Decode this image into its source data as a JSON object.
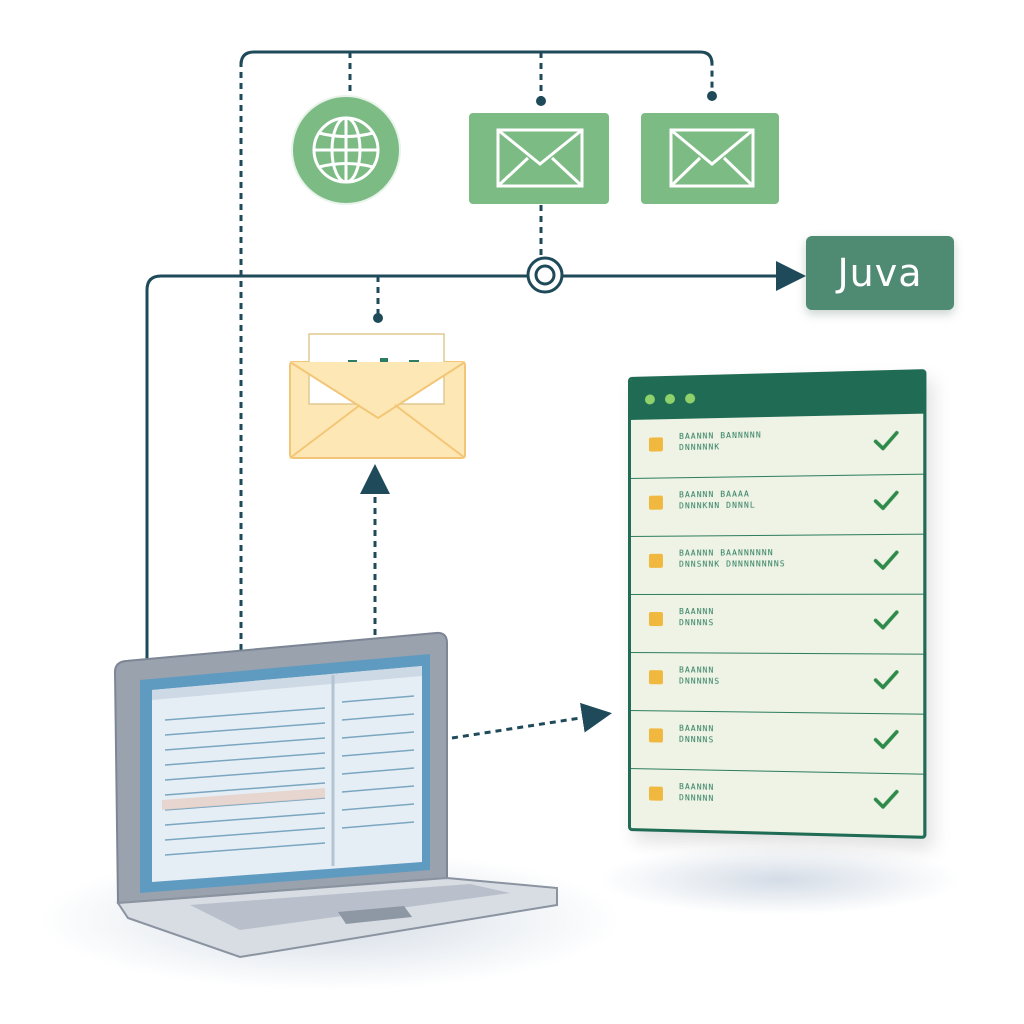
{
  "brand": {
    "label": "Juva"
  },
  "checklist": {
    "rows": [
      {
        "text": "BAANNN BANNNNN\nDNNNNNK",
        "icon": "document-icon",
        "status": "check-icon"
      },
      {
        "text": "BAANNN BAAAA\nDNNNKNN DNNNL",
        "icon": "document-icon",
        "status": "check-icon"
      },
      {
        "text": "BAANNN BAANNNNNN\nDNNSNNK DNNNNNNNNS",
        "icon": "document-icon",
        "status": "check-icon"
      },
      {
        "text": "BAANNN\nDNNNNS",
        "icon": "document-icon",
        "status": "check-icon"
      },
      {
        "text": "BAANNN\nDNNNNNS",
        "icon": "document-icon",
        "status": "check-icon"
      },
      {
        "text": "BAANNN\nDNNNNS",
        "icon": "document-icon",
        "status": "check-icon"
      },
      {
        "text": "BAANNN\nDNNNNN",
        "icon": "document-icon",
        "status": "check-icon"
      }
    ]
  },
  "colors": {
    "accent_green": "#7dbb85",
    "dark_green": "#1f6b53",
    "connector": "#1e4a5a",
    "envelope_yellow": "#fde7b4",
    "check": "#2e8a48"
  },
  "icons": [
    "globe-icon",
    "mail-icon",
    "mail-icon",
    "hub-node-icon",
    "open-envelope-icon",
    "laptop-icon"
  ]
}
